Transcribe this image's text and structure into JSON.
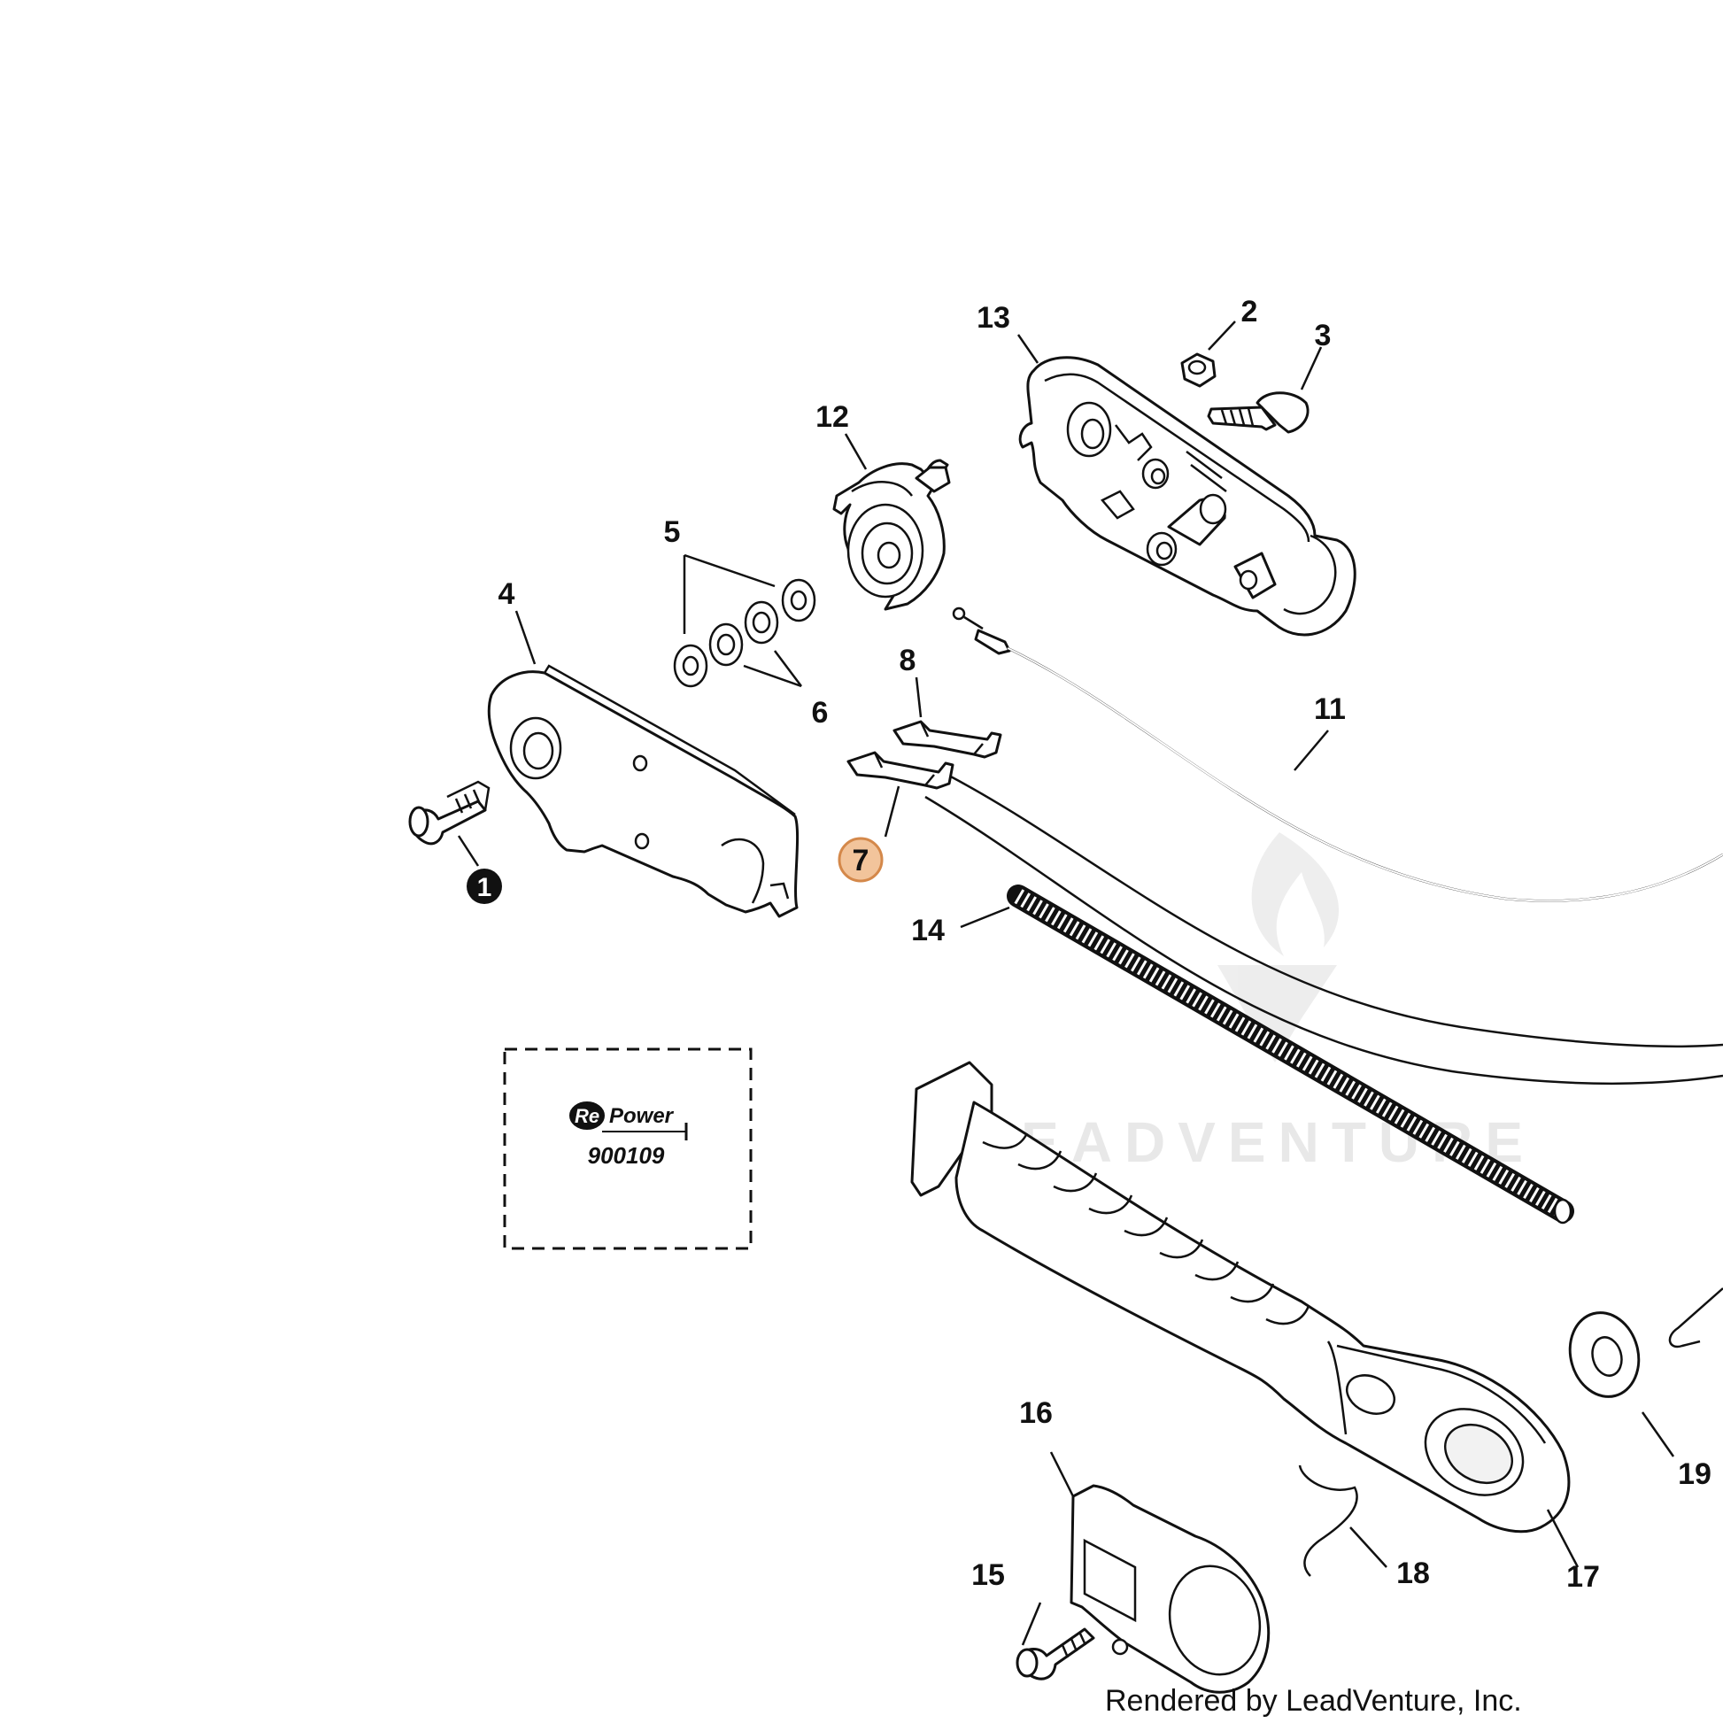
{
  "callouts": [
    {
      "id": "1",
      "label": "1",
      "style": "filled"
    },
    {
      "id": "2",
      "label": "2"
    },
    {
      "id": "3",
      "label": "3"
    },
    {
      "id": "4",
      "label": "4"
    },
    {
      "id": "5",
      "label": "5"
    },
    {
      "id": "6",
      "label": "6"
    },
    {
      "id": "7",
      "label": "7",
      "style": "highlighted"
    },
    {
      "id": "8",
      "label": "8"
    },
    {
      "id": "11",
      "label": "11"
    },
    {
      "id": "12",
      "label": "12"
    },
    {
      "id": "13",
      "label": "13"
    },
    {
      "id": "14",
      "label": "14"
    },
    {
      "id": "15",
      "label": "15"
    },
    {
      "id": "16",
      "label": "16"
    },
    {
      "id": "17",
      "label": "17"
    },
    {
      "id": "18",
      "label": "18"
    },
    {
      "id": "19",
      "label": "19"
    }
  ],
  "kit": {
    "brand": "RePower",
    "brand_prefix": "Re",
    "brand_rest": "Power",
    "part_number": "900109"
  },
  "footer": "Rendered by LeadVenture, Inc.",
  "watermark": "LEADVENTURE",
  "colors": {
    "highlight_fill": "#f2c49b",
    "highlight_stroke": "#d4884a",
    "ink": "#111111"
  }
}
